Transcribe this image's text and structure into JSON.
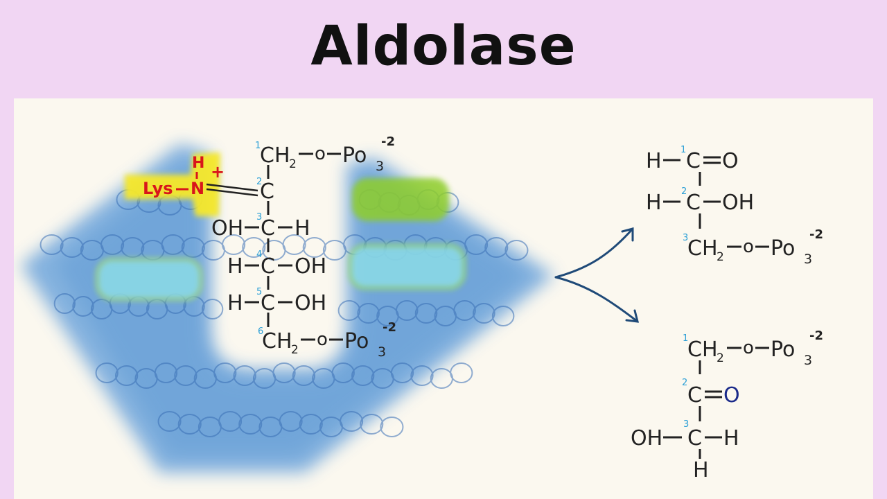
{
  "title": "Aldolase",
  "colors": {
    "background": "#f1d6f3",
    "panel": "#fbf8ef",
    "enzyme": "#6fa6dc",
    "lysine_highlight": "#f6e82a",
    "lysine_text": "#d8161b",
    "pocket_green": "#8fce2c",
    "pocket_cyan": "#8ad8e6",
    "arrow": "#1f4a78",
    "carbon_numbers": "#2a9fd6",
    "ketone_oxygen": "#1a2a8a"
  },
  "enzyme": {
    "lysine": {
      "lys_label": "Lys",
      "n_label": "N",
      "h_label": "H",
      "charge": "+"
    }
  },
  "substrate": {
    "carbons": [
      {
        "num": "1",
        "text": "CH"
      },
      {
        "num": "2",
        "text": "C"
      },
      {
        "num": "3",
        "left": "OH",
        "text": "C",
        "right": "H"
      },
      {
        "num": "4",
        "left": "H",
        "text": "C",
        "right": "OH"
      },
      {
        "num": "5",
        "left": "H",
        "text": "C",
        "right": "OH"
      },
      {
        "num": "6",
        "text": "CH"
      }
    ],
    "sub2": "2",
    "o": "o",
    "po": "Po",
    "sub3": "3",
    "sup": "-2"
  },
  "product_top": {
    "c1": {
      "num": "1",
      "left": "H",
      "text": "C",
      "right": "O"
    },
    "c2": {
      "num": "2",
      "left": "H",
      "text": "C",
      "right": "OH"
    },
    "c3": {
      "num": "3",
      "text": "CH"
    },
    "sub2": "2",
    "o": "o",
    "po": "Po",
    "sub3": "3",
    "sup": "-2"
  },
  "product_bottom": {
    "c1": {
      "num": "1",
      "text": "CH"
    },
    "c2": {
      "num": "2",
      "text": "C",
      "right": "O"
    },
    "c3": {
      "num": "3",
      "left": "OH",
      "text": "C",
      "right": "H",
      "below": "H"
    },
    "sub2": "2",
    "o": "o",
    "po": "Po",
    "sub3": "3",
    "sup": "-2"
  }
}
